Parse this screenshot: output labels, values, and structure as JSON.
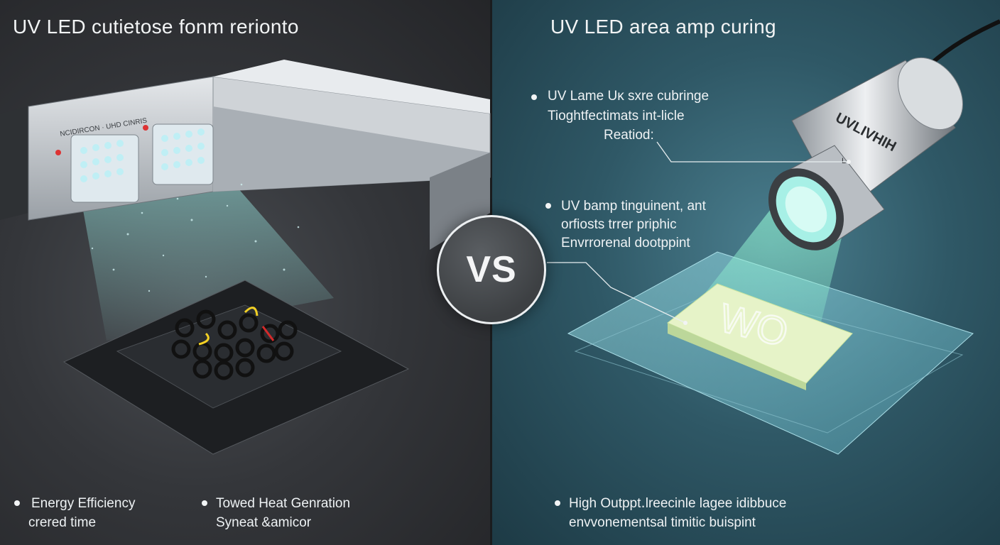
{
  "left_panel": {
    "title": "UV LED cutietose fonm rerionto",
    "device_label": "NCIDIRCON · UHD CINRIS",
    "bottom_bullets": [
      {
        "line1": "Energy Efficiency",
        "line2": "crered time"
      },
      {
        "line1": "Towed Heat Genration",
        "line2": "Syneat &amicor"
      }
    ]
  },
  "right_panel": {
    "title": "UV LED area amp curing",
    "lamp_label": "UVLIVHIH",
    "lamp_sublabel": "L",
    "substrate_mark": "WO",
    "callouts": [
      {
        "line1": "UV Lame Uĸ sxre cubringe",
        "line2": "Tioghtfectimats int-licle",
        "line3": "Reatiod:"
      },
      {
        "line1": "UV bamp tinguinent, ant",
        "line2": "orfiosts trrer priphic",
        "line3": "Envrrorenal dootppint"
      }
    ],
    "bottom_bullet": {
      "line1": "High Outppt․lreecinle lagee idibbuce",
      "line2": "envvonementsal timitic buispint"
    }
  },
  "vs_label": "VS",
  "colors": {
    "left_bg": "#34363a",
    "right_bg": "#2f5866",
    "uv_glow": "#7fe6d8",
    "text": "#eef2f4"
  }
}
